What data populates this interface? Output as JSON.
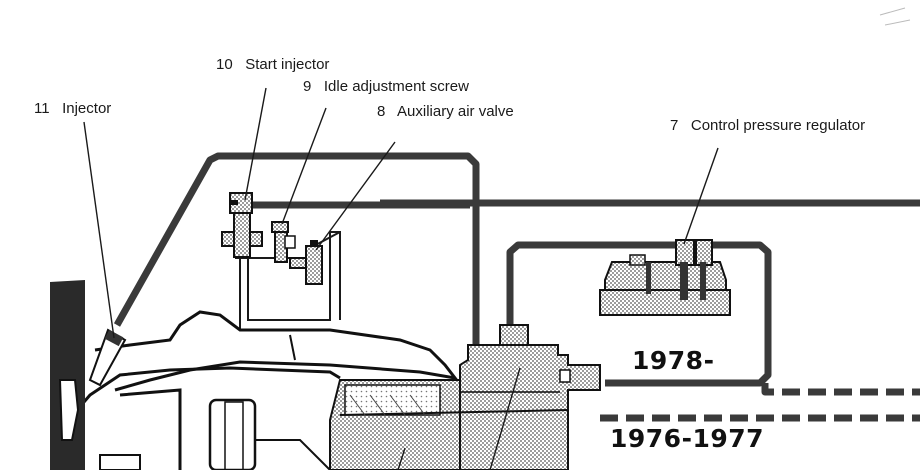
{
  "labels": {
    "start_injector": {
      "number": "10",
      "text": "Start injector"
    },
    "idle_screw": {
      "number": "9",
      "text": "Idle adjustment screw"
    },
    "aux_air_valve": {
      "number": "8",
      "text": "Auxiliary air valve"
    },
    "injector": {
      "number": "11",
      "text": "Injector"
    },
    "control_pressure_regulator": {
      "number": "7",
      "text": "Control pressure regulator"
    }
  },
  "years": {
    "late": "1978-",
    "early": "1976-1977"
  }
}
